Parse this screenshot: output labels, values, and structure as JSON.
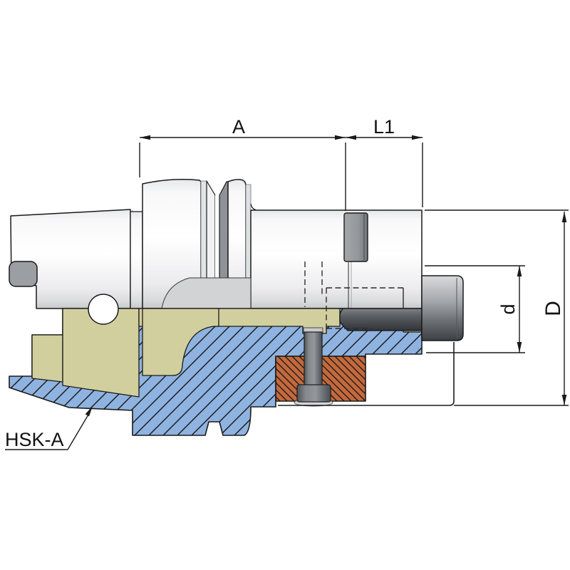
{
  "drawing": {
    "type": "technical-drawing",
    "subject": "HSK-A shank tool holder, half-section side view",
    "labels": {
      "dim_a": "A",
      "dim_l1": "L1",
      "dim_d": "d",
      "dim_D": "D",
      "callout": "HSK-A"
    },
    "colors": {
      "outline": "#1a1a1a",
      "section_body_blue": "#8fb3e0",
      "cavity_khaki": "#d2cf9e",
      "insert_orange": "#c4693c",
      "steel_dark": "#4a4d51",
      "steel_mid": "#96999c",
      "background": "#ffffff"
    }
  }
}
